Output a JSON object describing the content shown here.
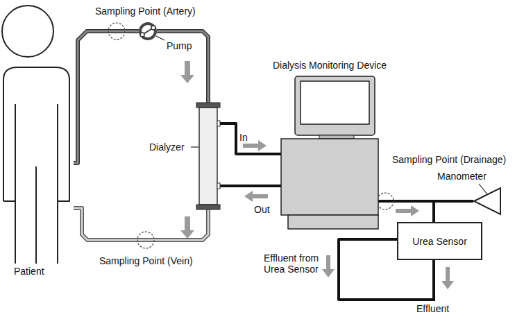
{
  "diagram": {
    "nodes": [
      {
        "text": [
          "Patient"
        ]
      },
      {
        "text": [
          "Pump"
        ]
      },
      {
        "text": [
          "Dialyzer"
        ]
      },
      {
        "text": [
          "Dialysis Monitoring Device"
        ]
      },
      {
        "text": [
          "Urea Sensor"
        ]
      },
      {
        "text": [
          "Manometer"
        ]
      }
    ],
    "edges": [
      {
        "from": 0,
        "to": 1,
        "arrow": "none"
      },
      {
        "from": 1,
        "to": 2,
        "arrow": "none"
      },
      {
        "from": 2,
        "to": 3,
        "label": "In",
        "arrow": "none"
      },
      {
        "from": 3,
        "to": 2,
        "label": "Out",
        "arrow": "none"
      },
      {
        "from": 2,
        "to": 0,
        "arrow": "none"
      },
      {
        "from": 3,
        "to": 5,
        "arrow": "none"
      },
      {
        "from": 3,
        "to": 4,
        "arrow": "none"
      }
    ],
    "labels": [
      "Sampling Point (Artery)",
      "Sampling Point (Vein)",
      "Sampling Point (Drainage)",
      "Effluent from Urea Sensor",
      "Effluent"
    ]
  }
}
